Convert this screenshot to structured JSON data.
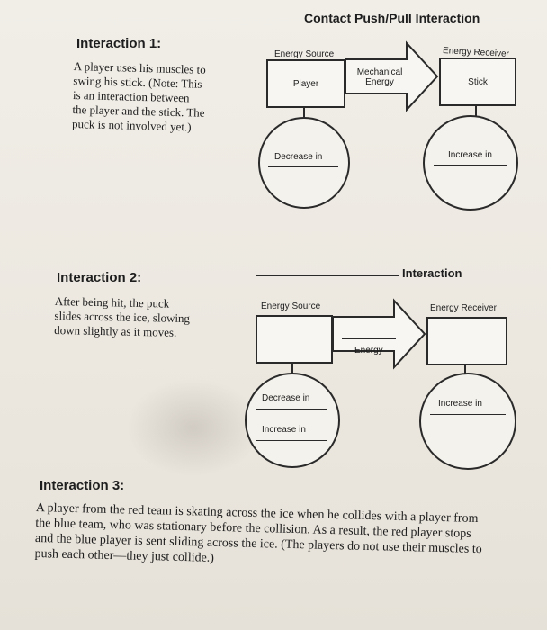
{
  "title": "Contact Push/Pull Interaction",
  "interaction1": {
    "heading": "Interaction 1:",
    "lines": [
      "A player uses his muscles to",
      "swing his stick. (Note: This",
      "is an interaction between",
      "the player and the stick. The",
      "puck is not involved yet.)"
    ],
    "source_label": "Energy Source",
    "receiver_label": "Energy Receiver",
    "source_box": "Player",
    "receiver_box": "Stick",
    "arrow_lines": [
      "Mechanical",
      "Energy"
    ],
    "source_circle": "Decrease in",
    "receiver_circle": "Increase in"
  },
  "interaction2": {
    "heading": "Interaction 2:",
    "lines": [
      "After being hit, the puck",
      "slides across the ice, slowing",
      "down slightly as it moves."
    ],
    "diagram_title": "Interaction",
    "source_label": "Energy Source",
    "receiver_label": "Energy Receiver",
    "arrow_label": "Energy",
    "source_circle_1": "Decrease in",
    "source_circle_2": "Increase in",
    "receiver_circle": "Increase in"
  },
  "interaction3": {
    "heading": "Interaction 3:",
    "lines": [
      "A player from the red team is skating across the ice when he collides with a player from",
      "the blue team, who was stationary before the collision. As a result, the red player stops",
      "and the blue player is sent sliding across the ice. (The players do not use their muscles to",
      "push each other—they just collide.)"
    ]
  }
}
